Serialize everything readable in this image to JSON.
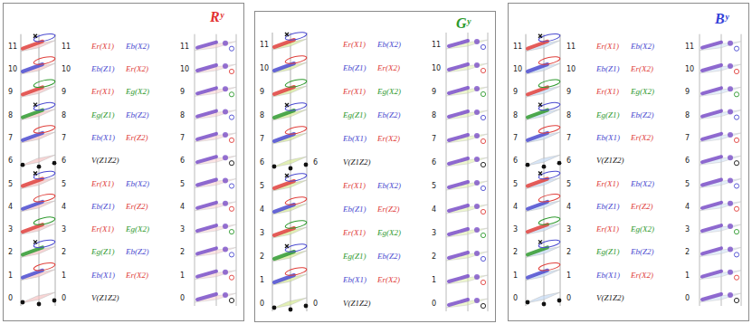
{
  "diagram": {
    "nodes": [
      {
        "text": [
          "Rʸ"
        ]
      },
      {
        "text": [
          "Gʸ"
        ]
      },
      {
        "text": [
          "Bʸ"
        ]
      }
    ],
    "labels": [
      "11",
      "10",
      "9",
      "8",
      "7",
      "6",
      "5",
      "4",
      "3",
      "2",
      "1",
      "0",
      "11",
      "Er(X1)",
      "Eb(X2)",
      "10",
      "Eb(Z1)",
      "Er(X2)",
      "9",
      "Er(X1)",
      "Eg(X2)",
      "8",
      "Eg(Z1)",
      "Eb(Z2)",
      "7",
      "Eb(X1)",
      "Er(Z2)",
      "6",
      "V(Z1Z2)",
      "5",
      "Er(X1)",
      "Eb(X2)",
      "4",
      "Eb(Z1)",
      "Er(Z2)",
      "3",
      "Er(X1)",
      "Eg(X2)",
      "2",
      "Eg(Z1)",
      "Eb(Z2)",
      "1",
      "Eb(X1)",
      "Er(X2)",
      "0",
      "V(Z1Z2)",
      "11",
      "10",
      "9",
      "8",
      "7",
      "6",
      "5",
      "4",
      "3",
      "2",
      "1",
      "0",
      "11",
      "10",
      "9",
      "8",
      "7",
      "6",
      "5",
      "4",
      "3",
      "2",
      "1",
      "0",
      "Er(X1)",
      "Eb(X2)",
      "Eb(Z1)",
      "Er(X2)",
      "Er(X1)",
      "Eg(X2)",
      "Eg(Z1)",
      "Eb(Z2)",
      "Eb(X1)",
      "Er(X2)",
      "6",
      "V(Z1Z2)",
      "Er(X1)",
      "Eb(X2)",
      "Eb(Z1)",
      "Er(Z2)",
      "Er(X1)",
      "Eg(X2)",
      "Eg(Z1)",
      "Eb(Z2)",
      "Eb(X1)",
      "Er(X2)",
      "0",
      "V(Z1Z2)",
      "11",
      "10",
      "9",
      "8",
      "7",
      "6",
      "5",
      "4",
      "3",
      "2",
      "1",
      "0",
      "11",
      "10",
      "9",
      "8",
      "7",
      "6",
      "5",
      "4",
      "3",
      "2",
      "1",
      "0",
      "11",
      "Er(X1)",
      "Eb(X2)",
      "10",
      "Eb(Z1)",
      "Er(X2)",
      "9",
      "Er(X1)",
      "Eg(X2)",
      "8",
      "Eg(Z1)",
      "Eb(Z2)",
      "7",
      "Eb(X1)",
      "Er(X2)",
      "6",
      "V(Z1Z2)",
      "5",
      "Er(X1)",
      "Eb(X2)",
      "4",
      "Eb(Z1)",
      "Er(Z2)",
      "3",
      "Er(X1)",
      "Eg(X2)",
      "2",
      "Eg(Z1)",
      "Eb(Z2)",
      "1",
      "Eb(X1)",
      "Er(X2)",
      "0",
      "V(Z1Z2)",
      "11",
      "10",
      "9",
      "8",
      "7",
      "6",
      "5",
      "4",
      "3",
      "2",
      "1",
      "0"
    ]
  }
}
